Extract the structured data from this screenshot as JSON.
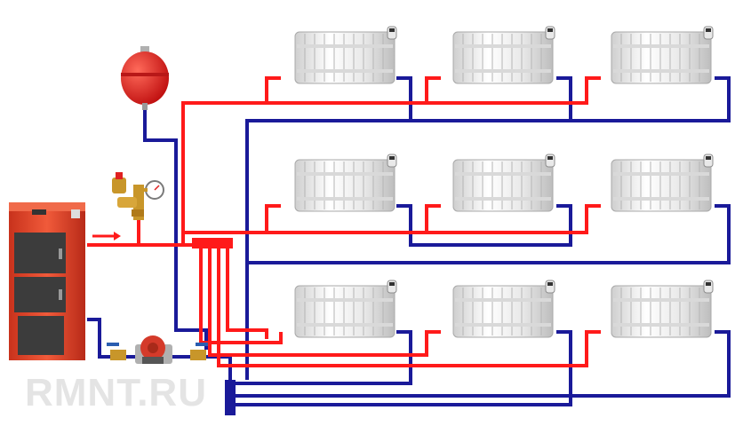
{
  "watermark": "RMNT.RU",
  "colors": {
    "supply": "#ff1a1a",
    "return": "#1a1a99",
    "boiler": "#e8442a",
    "boiler_door": "#3c3c3c",
    "radiator": "#eeeeee",
    "expansion_tank": "#e02020",
    "pump": "#d43a2a",
    "valve_handle": "#2a5db0",
    "safety_group": "#c8962a"
  },
  "diagram": {
    "description_items": [
      {
        "name": "boiler-icon"
      },
      {
        "name": "expansion-tank-icon"
      },
      {
        "name": "safety-group-icon"
      },
      {
        "name": "pressure-gauge-icon"
      },
      {
        "name": "circulation-pump-icon"
      },
      {
        "name": "ball-valve-icon"
      },
      {
        "name": "supply-manifold"
      },
      {
        "name": "return-manifold"
      },
      {
        "name": "flow-direction-arrow-icon"
      }
    ],
    "floors": 3,
    "radiators_per_floor": 3
  }
}
